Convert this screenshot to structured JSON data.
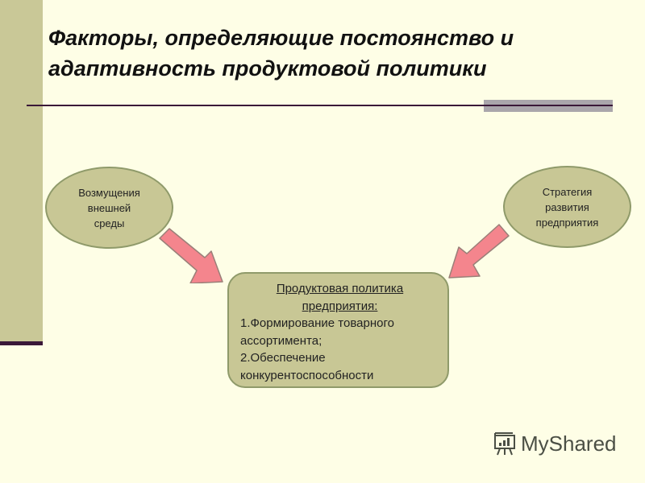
{
  "slide": {
    "title_line1": "Факторы, определяющие постоянство и",
    "title_line2": "адаптивность продуктовой политики"
  },
  "diagram": {
    "left_node": {
      "lines": [
        "Возмущения",
        "внешней",
        "среды"
      ]
    },
    "right_node": {
      "lines": [
        "Стратегия",
        "развития",
        "предприятия"
      ]
    },
    "center_node": {
      "heading_line1": "Продуктовая политика",
      "heading_line2": "предприятия:",
      "items": [
        "1.Формирование товарного",
        "ассортимента;",
        "2.Обеспечение",
        "конкурентоспособности"
      ]
    },
    "edges": [
      {
        "from": "left_node",
        "to": "center_node"
      },
      {
        "from": "right_node",
        "to": "center_node"
      }
    ],
    "colors": {
      "node_fill": "#c8c795",
      "node_border": "#8f9a6a",
      "arrow_fill": "#f4858d",
      "arrow_border": "#9a7f78",
      "background": "#fefee6",
      "sidebar": "#c9c897"
    }
  },
  "watermark": {
    "icon": "presentation-board-icon",
    "text": "MyShared"
  }
}
